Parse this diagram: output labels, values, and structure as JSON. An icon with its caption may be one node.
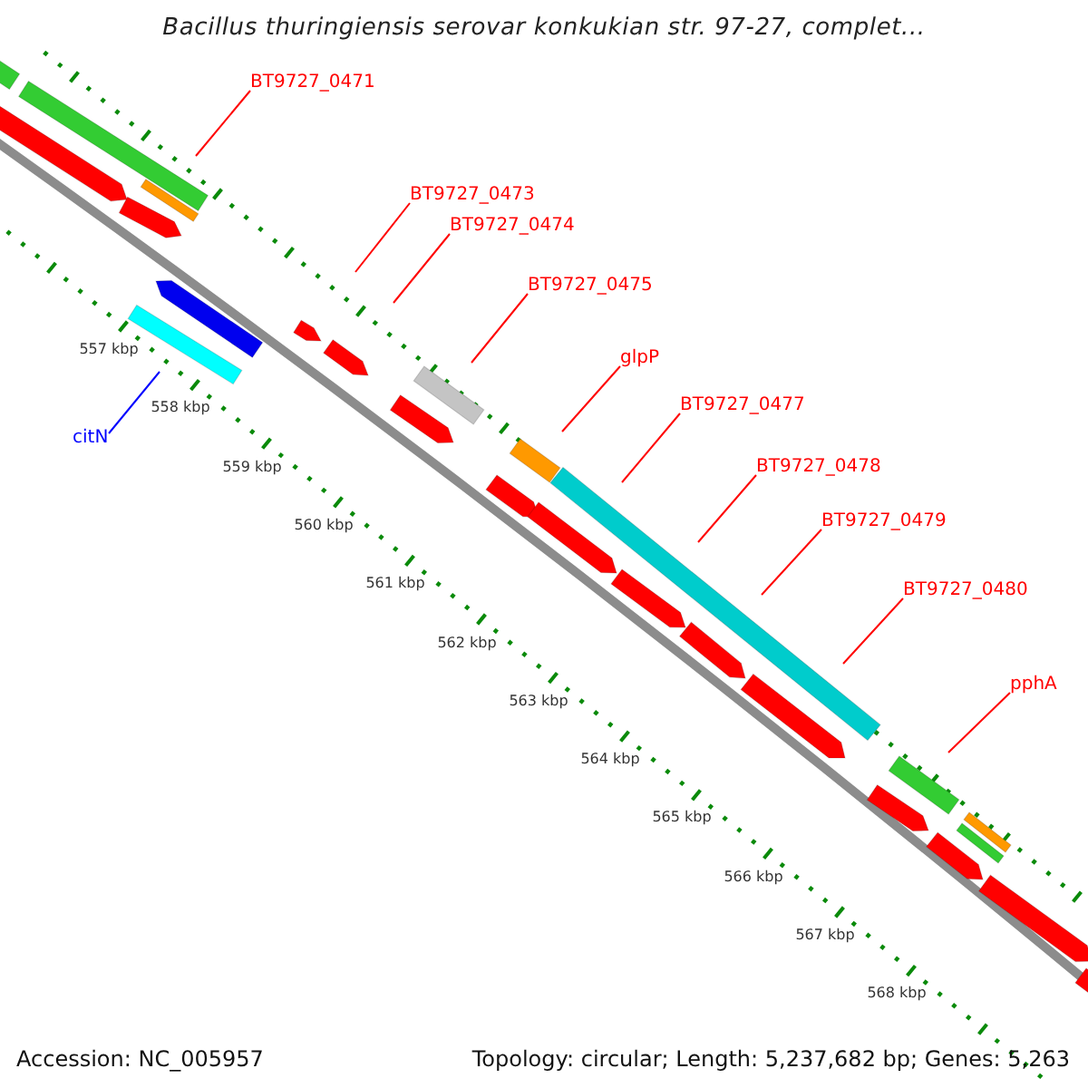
{
  "diagram": {
    "title": "Bacillus thuringiensis serovar konkukian str. 97-27, complet...",
    "nodes": [
      {
        "text": [
          "BT9727_0471"
        ]
      },
      {
        "text": [
          "BT9727_0473"
        ]
      },
      {
        "text": [
          "BT9727_0474"
        ]
      },
      {
        "text": [
          "BT9727_0475"
        ]
      },
      {
        "text": [
          "glpP"
        ]
      },
      {
        "text": [
          "BT9727_0477"
        ]
      },
      {
        "text": [
          "citN"
        ]
      },
      {
        "text": [
          "BT9727_0478"
        ]
      },
      {
        "text": [
          "BT9727_0479"
        ]
      },
      {
        "text": [
          "BT9727_0480"
        ]
      },
      {
        "text": [
          "pphA"
        ]
      }
    ],
    "edges": [
      {
        "from": 0,
        "to": null,
        "arrow": "none"
      },
      {
        "from": 1,
        "to": null,
        "arrow": "none"
      },
      {
        "from": 2,
        "to": null,
        "arrow": "none"
      },
      {
        "from": 3,
        "to": null,
        "arrow": "none"
      },
      {
        "from": 4,
        "to": null,
        "arrow": "none"
      },
      {
        "from": 5,
        "to": null,
        "arrow": "none"
      },
      {
        "from": 6,
        "to": null,
        "arrow": "none",
        "color": "#0000ff"
      },
      {
        "from": 7,
        "to": null,
        "arrow": "none"
      },
      {
        "from": 8,
        "to": null,
        "arrow": "none"
      },
      {
        "from": 9,
        "to": null,
        "arrow": "none"
      },
      {
        "from": 10,
        "to": null,
        "arrow": "none"
      }
    ],
    "labels": [
      "557 kbp",
      "558 kbp",
      "559 kbp",
      "560 kbp",
      "561 kbp",
      "562 kbp",
      "563 kbp",
      "564 kbp",
      "565 kbp",
      "566 kbp",
      "567 kbp",
      "568 kbp",
      "Accession: NC_005957",
      "Topology: circular; Length: 5,237,682 bp; Genes: 5,263"
    ]
  }
}
